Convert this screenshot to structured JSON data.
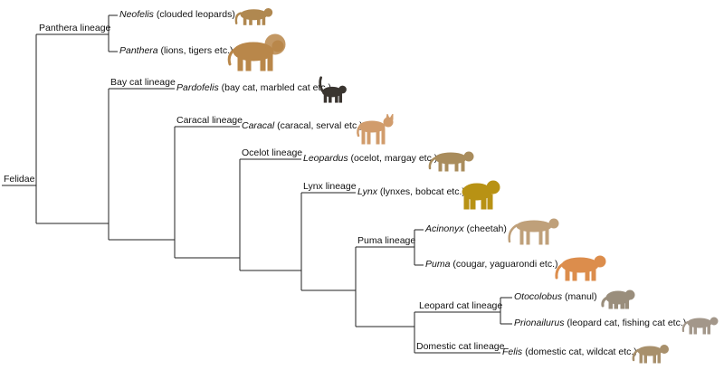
{
  "root": {
    "label": "Felidae"
  },
  "lineages": [
    {
      "id": "panthera",
      "label": "Panthera lineage"
    },
    {
      "id": "baycat",
      "label": "Bay cat lineage"
    },
    {
      "id": "caracal",
      "label": "Caracal lineage"
    },
    {
      "id": "ocelot",
      "label": "Ocelot lineage"
    },
    {
      "id": "lynx",
      "label": "Lynx lineage"
    },
    {
      "id": "puma",
      "label": "Puma lineage"
    },
    {
      "id": "leopardcat",
      "label": "Leopard cat lineage"
    },
    {
      "id": "domestic",
      "label": "Domestic cat lineage"
    }
  ],
  "taxa": [
    {
      "id": "neofelis",
      "genus": "Neofelis",
      "common": " (clouded leopards)",
      "icon": "clouded-leopard-icon",
      "color": "#b08850"
    },
    {
      "id": "panthera",
      "genus": "Panthera",
      "common": " (lions, tigers etc.)",
      "icon": "lion-icon",
      "color": "#b9874a"
    },
    {
      "id": "pardofelis",
      "genus": "Pardofelis",
      "common": " (bay cat, marbled cat etc.)",
      "icon": "marbled-cat-icon",
      "color": "#3a3530"
    },
    {
      "id": "caracal",
      "genus": "Caracal",
      "common": " (caracal, serval etc.)",
      "icon": "caracal-icon",
      "color": "#d19c6c"
    },
    {
      "id": "leopardus",
      "genus": "Leopardus",
      "common": " (ocelot, margay etc.)",
      "icon": "ocelot-icon",
      "color": "#a98c5c"
    },
    {
      "id": "lynx",
      "genus": "Lynx",
      "common": " (lynxes, bobcat etc.)",
      "icon": "lynx-icon",
      "color": "#b89214"
    },
    {
      "id": "acinonyx",
      "genus": "Acinonyx",
      "common": " (cheetah)",
      "icon": "cheetah-icon",
      "color": "#bfa07a"
    },
    {
      "id": "puma",
      "genus": "Puma",
      "common": " (cougar, yaguarondi etc.)",
      "icon": "cougar-icon",
      "color": "#dc8d4c"
    },
    {
      "id": "otocolobus",
      "genus": "Otocolobus",
      "common": " (manul)",
      "icon": "manul-icon",
      "color": "#9a8e7c"
    },
    {
      "id": "prionailurus",
      "genus": "Prionailurus",
      "common": " (leopard cat, fishing cat etc.)",
      "icon": "leopard-cat-icon",
      "color": "#a3978a"
    },
    {
      "id": "felis",
      "genus": "Felis",
      "common": " (domestic cat, wildcat etc.)",
      "icon": "wildcat-icon",
      "color": "#a8906c"
    }
  ]
}
